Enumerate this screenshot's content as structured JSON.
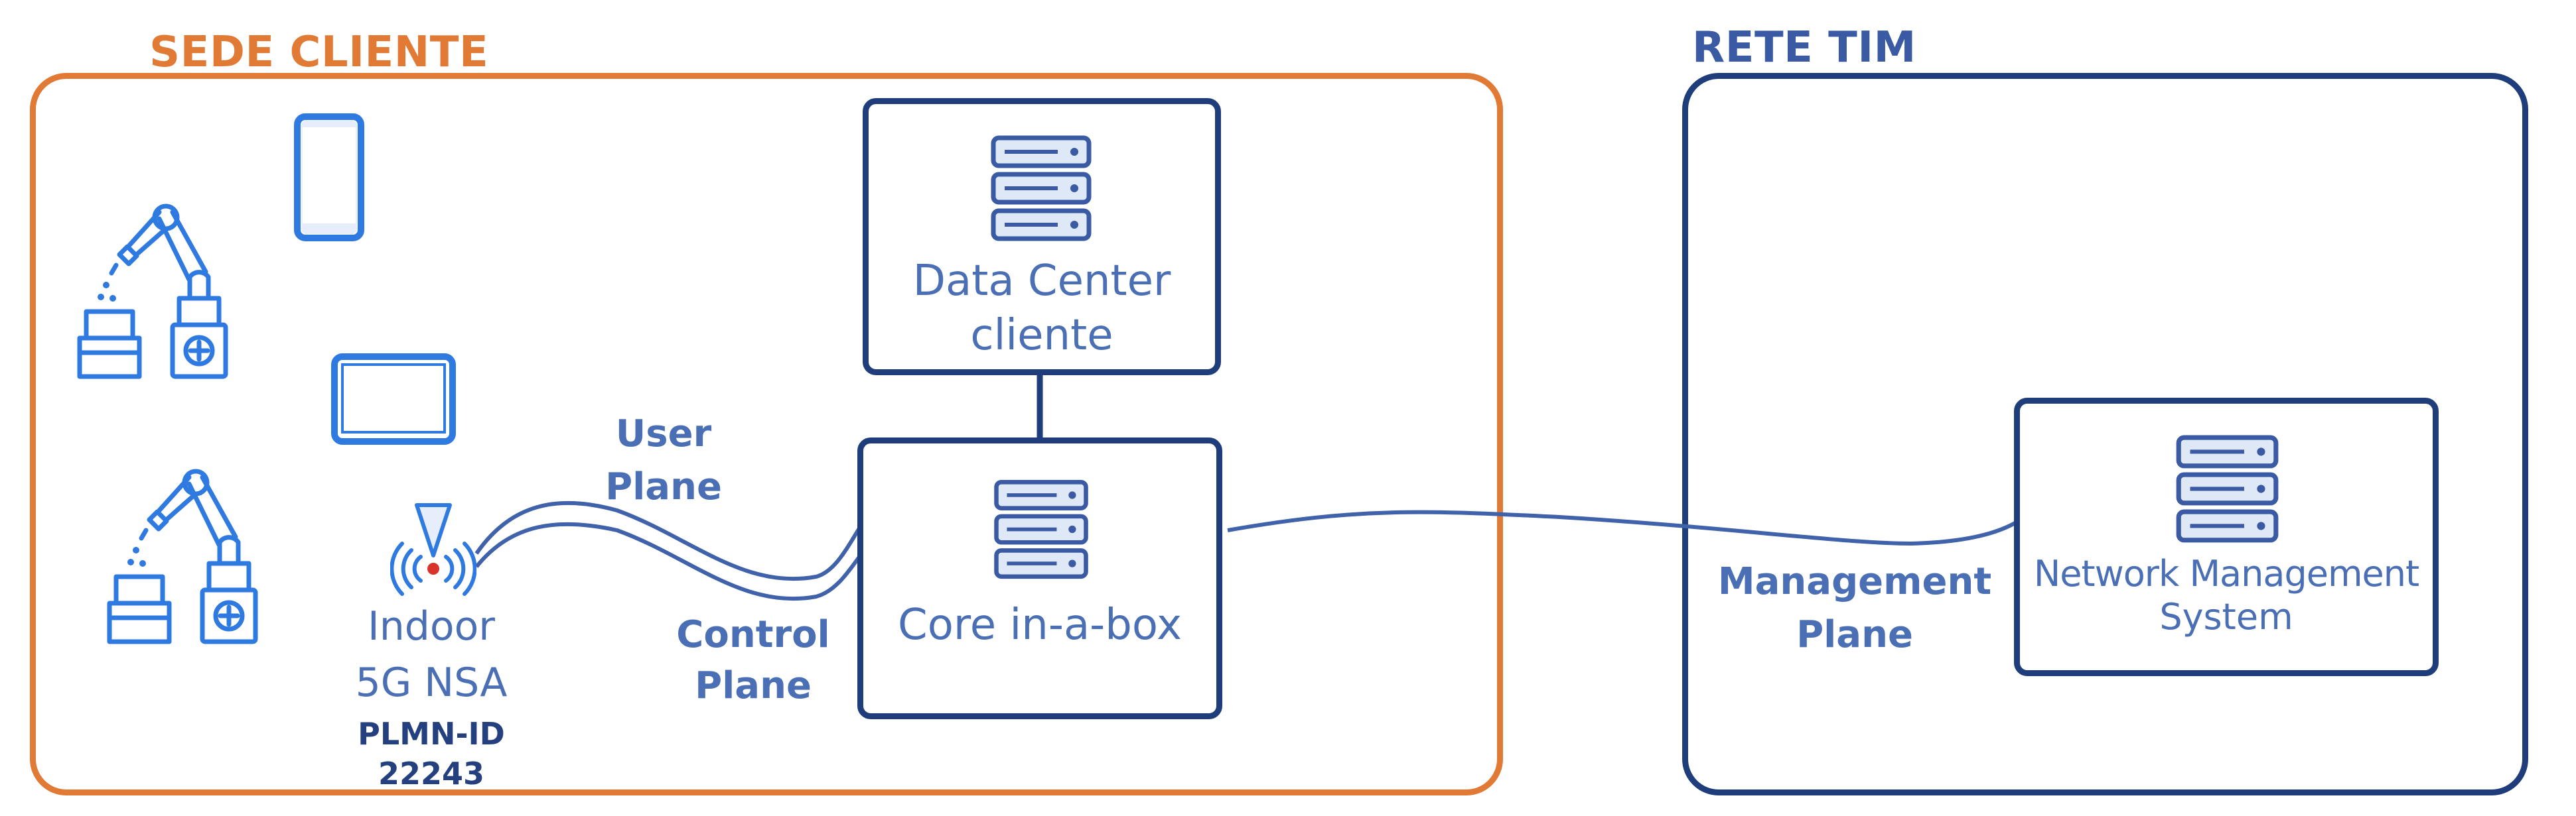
{
  "colors": {
    "orange": "#e07a35",
    "navy": "#1f3d7a",
    "blue_text": "#4a6fb5",
    "icon_blue": "#2f7ae0",
    "wire": "#3f62aa",
    "server_fill": "#dfe8f6",
    "signal_red": "#d9342b"
  },
  "regions": {
    "sede_cliente": {
      "title": "SEDE CLIENTE"
    },
    "rete_tim": {
      "title": "RETE TIM"
    }
  },
  "nodes": {
    "data_center": {
      "line1": "Data Center",
      "line2": "cliente",
      "icon": "server-rack-icon"
    },
    "core": {
      "label": "Core in-a-box",
      "icon": "server-rack-icon"
    },
    "nms": {
      "line1": "Network Management",
      "line2": "System",
      "icon": "server-rack-icon"
    }
  },
  "antenna": {
    "line1": "Indoor",
    "line2": "5G NSA",
    "plmn_label": "PLMN-ID",
    "plmn_value": "22243",
    "icon": "antenna-icon"
  },
  "links": {
    "user_plane": {
      "line1": "User",
      "line2": "Plane"
    },
    "control_plane": {
      "line1": "Control",
      "line2": "Plane"
    },
    "management_plane": {
      "line1": "Management",
      "line2": "Plane"
    }
  },
  "devices": [
    "robot-arm-icon",
    "smartphone-icon",
    "tablet-icon",
    "robot-arm-icon"
  ]
}
